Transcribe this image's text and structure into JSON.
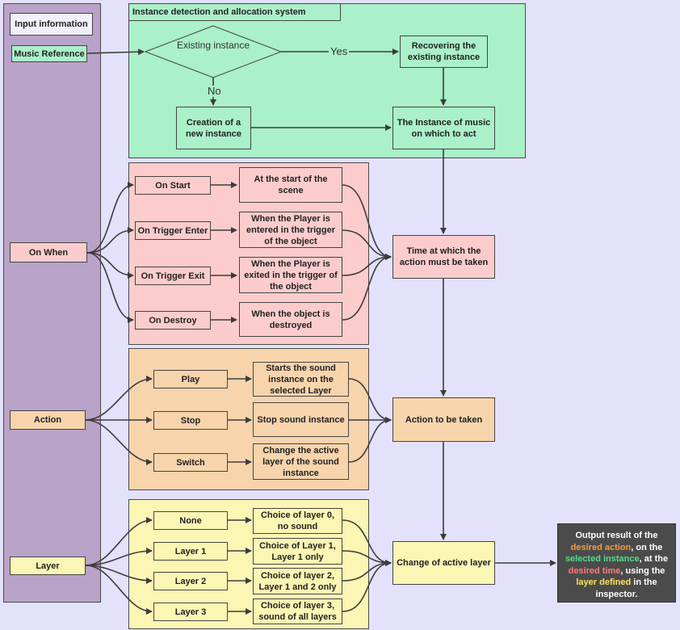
{
  "input_info": {
    "title": "Input information"
  },
  "detection": {
    "title": "Instance detection and allocation system",
    "music_reference": "Music Reference",
    "decision": "Existing instance",
    "yes_label": "Yes",
    "no_label": "No",
    "recovering": "Recovering the existing instance",
    "creation": "Creation of a new instance",
    "instance_to_act": "The Instance of music on which to act"
  },
  "on_when": {
    "label": "On When",
    "items": [
      {
        "trigger": "On Start",
        "description": "At the start of the scene"
      },
      {
        "trigger": "On Trigger Enter",
        "description": "When the Player is entered in the trigger of the object"
      },
      {
        "trigger": "On Trigger Exit",
        "description": "When the Player is exited in the trigger of the object"
      },
      {
        "trigger": "On Destroy",
        "description": "When the object is destroyed"
      }
    ],
    "result": "Time at which the action must be taken"
  },
  "action": {
    "label": "Action",
    "items": [
      {
        "name": "Play",
        "description": "Starts the sound instance on the selected Layer"
      },
      {
        "name": "Stop",
        "description": "Stop sound instance"
      },
      {
        "name": "Switch",
        "description": "Change the active layer of the sound instance"
      }
    ],
    "result": "Action to be taken"
  },
  "layer": {
    "label": "Layer",
    "items": [
      {
        "name": "None",
        "description": "Choice of layer 0, no sound"
      },
      {
        "name": "Layer 1",
        "description": "Choice of Layer 1, Layer 1 only"
      },
      {
        "name": "Layer 2",
        "description": "Choice of layer 2, Layer 1 and 2 only"
      },
      {
        "name": "Layer 3",
        "description": "Choice of layer 3, sound of all layers"
      }
    ],
    "result": "Change of active layer"
  },
  "output": {
    "t1": "Output result of the",
    "h1": "desired action",
    "t2": ", on the",
    "h2": "selected instance",
    "t3": ", at the",
    "h3": "desired time",
    "t4": ", using the",
    "h4": "layer defined",
    "t5": " in the inspector.",
    "colors": {
      "action": "#f39c3c",
      "instance": "#4ee08a",
      "time": "#ff7b7b",
      "layer": "#ffe35a"
    }
  }
}
